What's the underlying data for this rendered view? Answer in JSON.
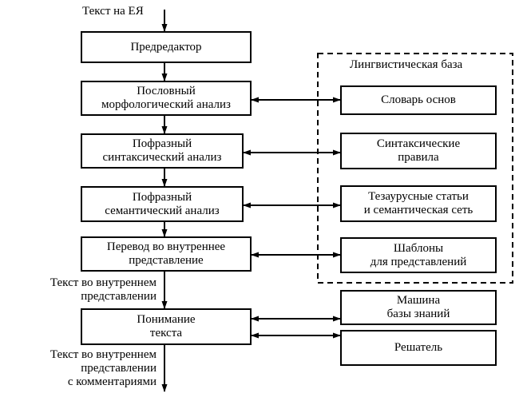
{
  "input_label": "Текст на ЕЯ",
  "pipeline": [
    {
      "id": "pre-editor",
      "lines": [
        "Предредактор"
      ]
    },
    {
      "id": "morph",
      "lines": [
        "Пословный",
        "морфологический анализ"
      ]
    },
    {
      "id": "syntax",
      "lines": [
        "Пофразный",
        "синтаксический анализ"
      ]
    },
    {
      "id": "semantic",
      "lines": [
        "Пофразный",
        "семантический анализ"
      ]
    },
    {
      "id": "translate",
      "lines": [
        "Перевод во внутреннее",
        "представление"
      ]
    },
    {
      "id": "understand",
      "lines": [
        "Понимание",
        "текста"
      ]
    }
  ],
  "intermediate_label": [
    "Текст во внутреннем",
    "представлении"
  ],
  "output_label": [
    "Текст во внутреннем",
    "представлении",
    "с комментариями"
  ],
  "linguistic_base": {
    "title": "Лингвистическая база",
    "items": [
      {
        "id": "stem-dictionary",
        "lines": [
          "Словарь основ"
        ]
      },
      {
        "id": "syntax-rules",
        "lines": [
          "Синтаксические",
          "правила"
        ]
      },
      {
        "id": "thesaurus",
        "lines": [
          "Тезаурусные статьи",
          "и семантическая сеть"
        ]
      },
      {
        "id": "templates",
        "lines": [
          "Шаблоны",
          "для представлений"
        ]
      }
    ]
  },
  "side_boxes": [
    {
      "id": "kb-machine",
      "lines": [
        "Машина",
        "базы знаний"
      ]
    },
    {
      "id": "solver",
      "lines": [
        "Решатель"
      ]
    }
  ]
}
